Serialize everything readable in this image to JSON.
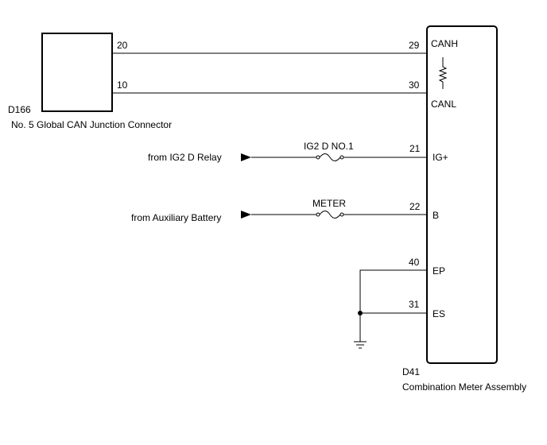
{
  "connector_d166": {
    "code": "D166",
    "name": "No. 5 Global CAN Junction Connector",
    "pins": {
      "canh": "20",
      "canl": "10"
    }
  },
  "meter_d41": {
    "code": "D41",
    "name": "Combination Meter Assembly",
    "pins": {
      "canh": "29",
      "canl": "30",
      "ig": "21",
      "b": "22",
      "ep": "40",
      "es": "31"
    },
    "terminals": {
      "canh": "CANH",
      "canl": "CANL",
      "ig": "IG+",
      "b": "B",
      "ep": "EP",
      "es": "ES"
    }
  },
  "inputs": {
    "ig2_source": "from IG2 D Relay",
    "ig2_fuse": "IG2 D NO.1",
    "battery_source": "from Auxiliary Battery",
    "battery_fuse": "METER"
  }
}
